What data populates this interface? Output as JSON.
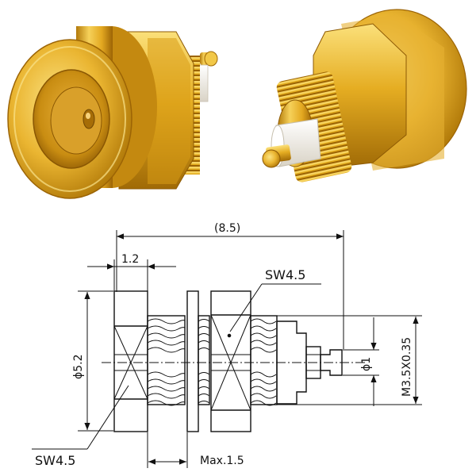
{
  "dimensions": {
    "overall_length": "(8.5)",
    "flange_thickness": "1.2",
    "wrench_size_front": "SW4.5",
    "wrench_size_rear": "SW4.5",
    "outer_diameter": "ϕ5.2",
    "pin_diameter": "ϕ1",
    "thread_spec": "M3.5X0.35",
    "panel_thickness": "Max.1.5"
  },
  "colors": {
    "gold_light": "#f7d460",
    "gold_mid": "#e0a81a",
    "gold_dark": "#a86e05",
    "insulator": "#f4f1ea",
    "line": "#111111"
  }
}
